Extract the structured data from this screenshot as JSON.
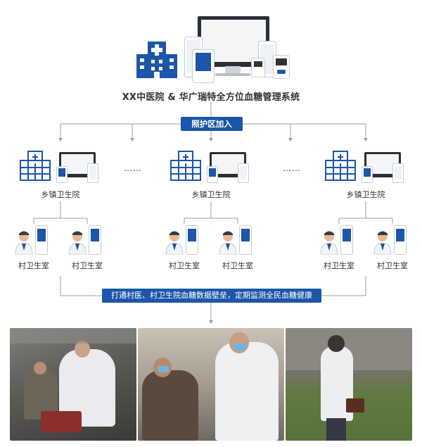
{
  "header": {
    "title": "XX中医院 & 华广瑞特全方位血糖管理系统"
  },
  "badge_top": "照护区加入",
  "badge_bottom": "打通村医、村卫生院血糖数据壁垒，定期监测全民血糖健康",
  "towns": [
    {
      "label": "乡镇卫生院",
      "villages": [
        "村卫生室",
        "村卫生室"
      ]
    },
    {
      "label": "乡镇卫生院",
      "villages": [
        "村卫生室",
        "村卫生室"
      ]
    },
    {
      "label": "乡镇卫生院",
      "villages": [
        "村卫生室",
        "村卫生室"
      ]
    }
  ],
  "ellipsis": "……",
  "colors": {
    "primary": "#1b56a8",
    "line": "#9aa0a6"
  }
}
